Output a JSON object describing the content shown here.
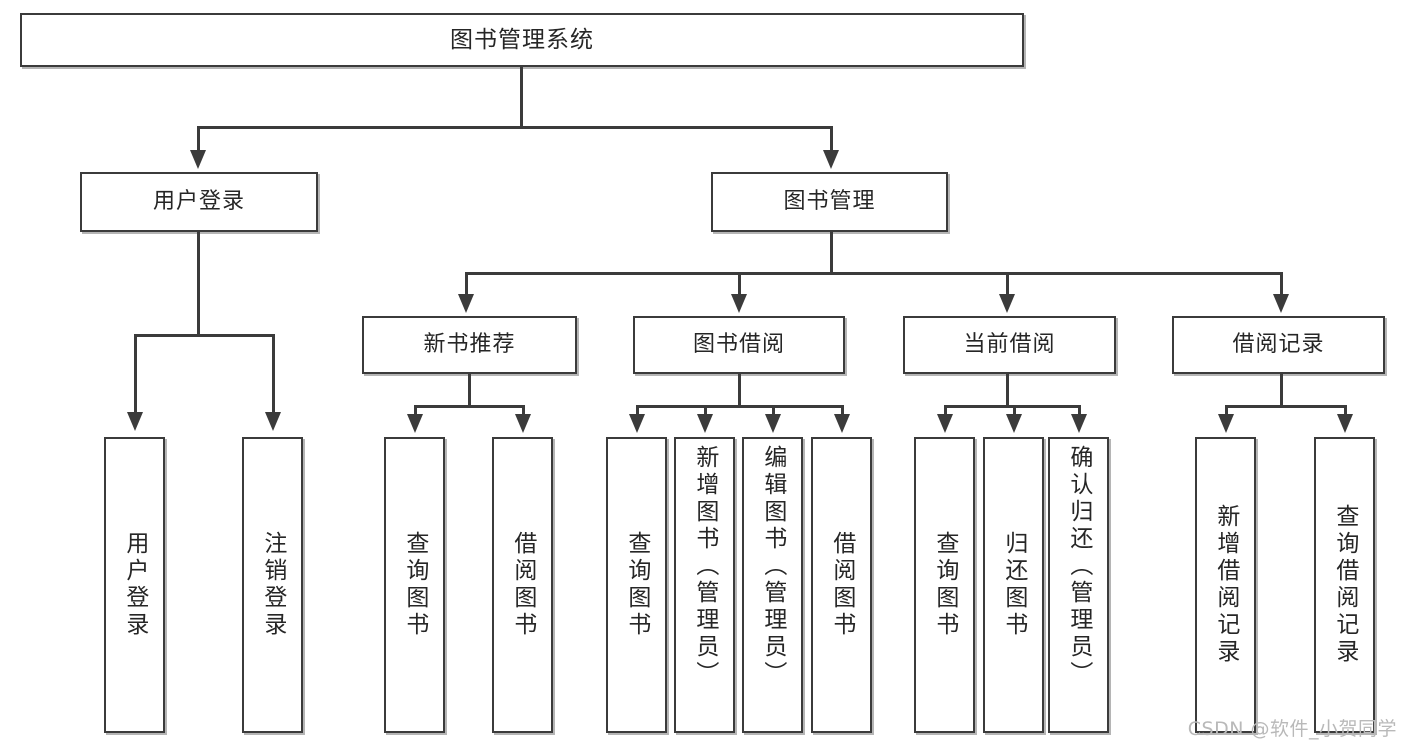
{
  "diagram": {
    "title": "图书管理系统",
    "type": "tree",
    "root": {
      "label": "图书管理系统"
    },
    "level1": [
      {
        "id": "user-login",
        "label": "用户登录"
      },
      {
        "id": "book-mgmt",
        "label": "图书管理"
      }
    ],
    "level2": [
      {
        "id": "new-book-recommend",
        "label": "新书推荐"
      },
      {
        "id": "book-borrow",
        "label": "图书借阅"
      },
      {
        "id": "current-borrow",
        "label": "当前借阅"
      },
      {
        "id": "borrow-record",
        "label": "借阅记录"
      }
    ],
    "leaves": [
      {
        "id": "leaf-user-login",
        "label": "用户登录",
        "parent": "user-login"
      },
      {
        "id": "leaf-user-logout",
        "label": "注销登录",
        "parent": "user-login"
      },
      {
        "id": "leaf-query-book-1",
        "label": "查询图书",
        "parent": "new-book-recommend"
      },
      {
        "id": "leaf-borrow-book-1",
        "label": "借阅图书",
        "parent": "new-book-recommend"
      },
      {
        "id": "leaf-query-book-2",
        "label": "查询图书",
        "parent": "book-borrow"
      },
      {
        "id": "leaf-add-book",
        "label": "新增图书（管理员）",
        "parent": "book-borrow"
      },
      {
        "id": "leaf-edit-book",
        "label": "编辑图书（管理员）",
        "parent": "book-borrow"
      },
      {
        "id": "leaf-borrow-book-2",
        "label": "借阅图书",
        "parent": "book-borrow"
      },
      {
        "id": "leaf-query-book-3",
        "label": "查询图书",
        "parent": "current-borrow"
      },
      {
        "id": "leaf-return-book",
        "label": "归还图书",
        "parent": "current-borrow"
      },
      {
        "id": "leaf-confirm-return",
        "label": "确认归还（管理员）",
        "parent": "current-borrow"
      },
      {
        "id": "leaf-add-borrow-record",
        "label": "新增借阅记录",
        "parent": "borrow-record"
      },
      {
        "id": "leaf-query-borrow-record",
        "label": "查询借阅记录",
        "parent": "borrow-record"
      }
    ],
    "colors": {
      "border": "#3b3b3b",
      "fill": "#ffffff",
      "text": "#262626",
      "watermark": "#b9b9b9"
    }
  },
  "watermark": {
    "text": "CSDN @软件_小贺同学"
  }
}
